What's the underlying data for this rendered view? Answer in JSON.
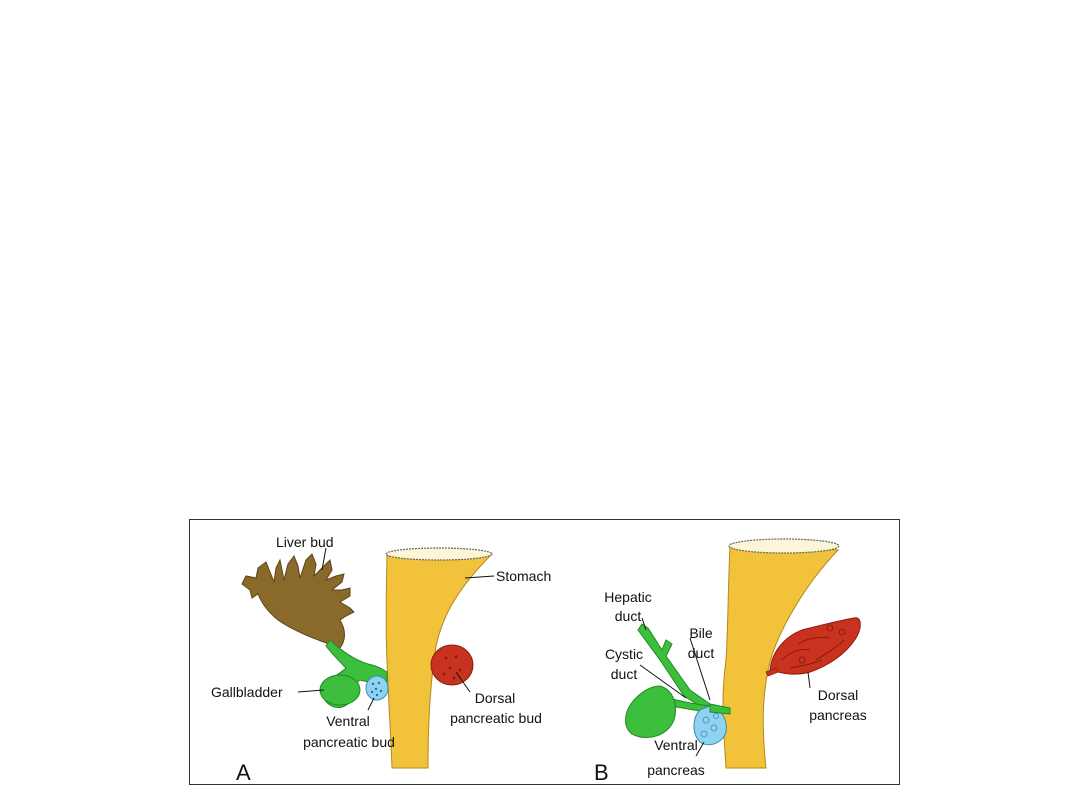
{
  "panel_a": {
    "letter": "A",
    "liver_bud": "Liver bud",
    "stomach": "Stomach",
    "gallbladder": "Gallbladder",
    "ventral_line1": "Ventral",
    "ventral_line2": "pancreatic bud",
    "dorsal_line1": "Dorsal",
    "dorsal_line2": "pancreatic bud"
  },
  "panel_b": {
    "letter": "B",
    "hepatic_line1": "Hepatic",
    "hepatic_line2": "duct",
    "cystic_line1": "Cystic",
    "cystic_line2": "duct",
    "bile_line1": "Bile",
    "bile_line2": "duct",
    "dorsal_line1": "Dorsal",
    "dorsal_line2": "pancreas",
    "ventral_line1": "Ventral",
    "ventral_line2": "pancreas"
  },
  "colors": {
    "gut": "#f2c23a",
    "liver": "#8a6a2a",
    "gallbladder": "#3cbf3c",
    "ventral_pancreas": "#8fd3f0",
    "dorsal_pancreas": "#c8321e"
  }
}
